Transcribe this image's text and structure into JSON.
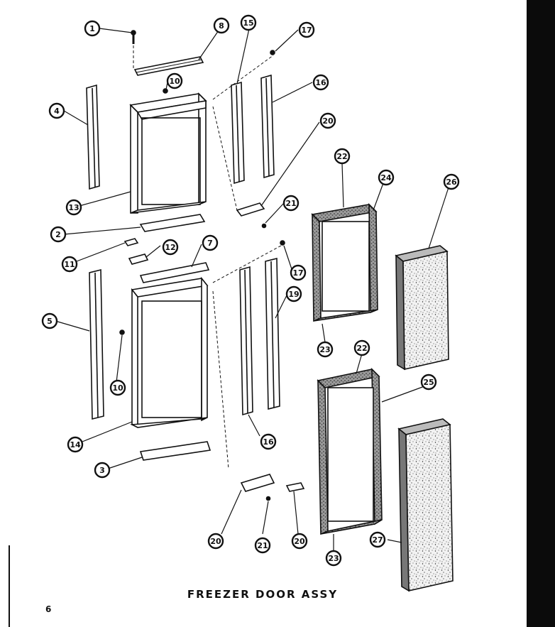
{
  "title": "FREEZER DOOR ASSY",
  "page_number": "6",
  "callouts": [
    "1",
    "8",
    "15",
    "17",
    "10",
    "16",
    "4",
    "13",
    "20",
    "21",
    "2",
    "11",
    "12",
    "7",
    "17",
    "5",
    "19",
    "10",
    "14",
    "16",
    "3",
    "20",
    "21",
    "20",
    "22",
    "24",
    "26",
    "23",
    "22",
    "25",
    "23",
    "27"
  ],
  "colors": {
    "ink": "#111111",
    "paper": "#ffffff",
    "foam": "#d9d9d9"
  }
}
